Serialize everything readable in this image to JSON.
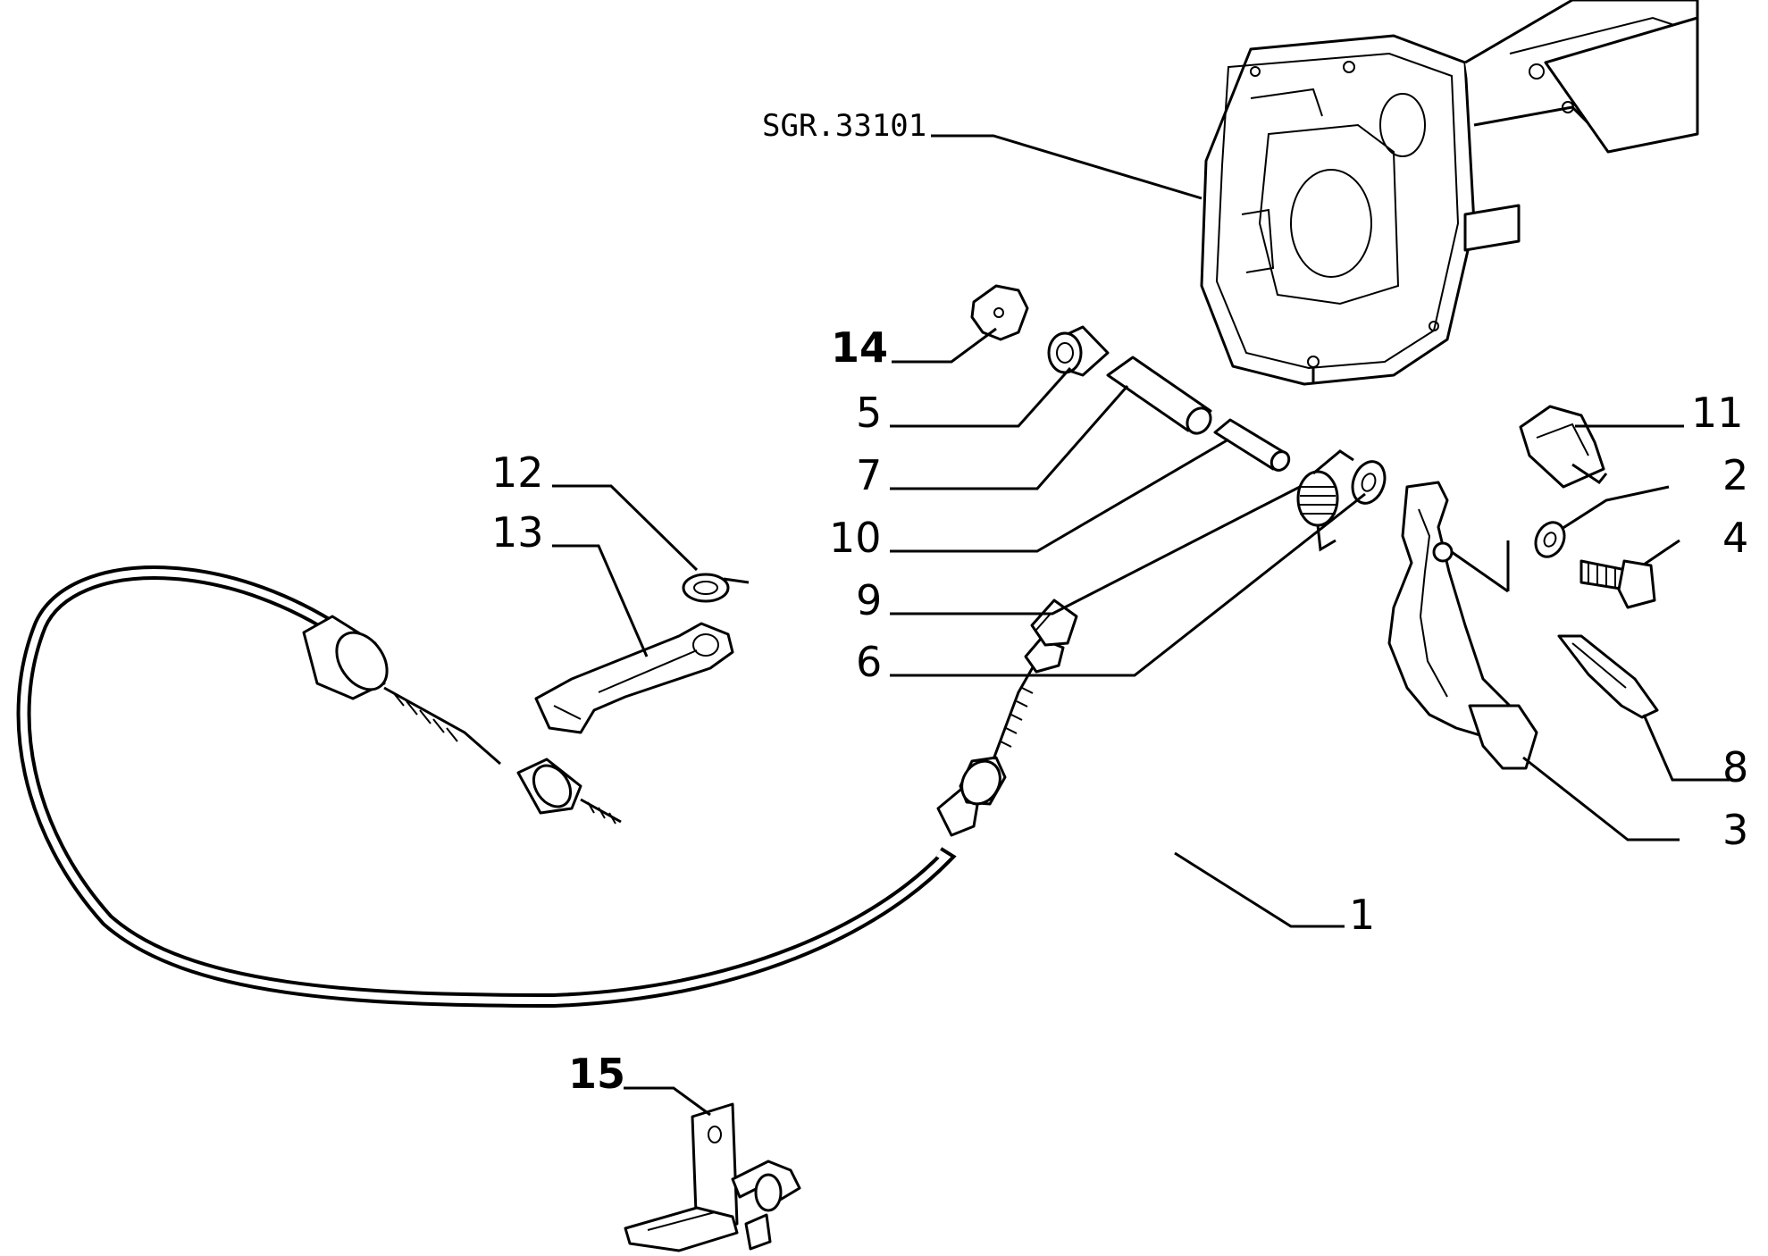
{
  "diagram": {
    "reference_code": "SGR.33101",
    "callouts": [
      {
        "id": "c1",
        "label": "1"
      },
      {
        "id": "c2",
        "label": "2"
      },
      {
        "id": "c3",
        "label": "3"
      },
      {
        "id": "c4",
        "label": "4"
      },
      {
        "id": "c5",
        "label": "5"
      },
      {
        "id": "c6",
        "label": "6"
      },
      {
        "id": "c7",
        "label": "7"
      },
      {
        "id": "c8",
        "label": "8"
      },
      {
        "id": "c9",
        "label": "9"
      },
      {
        "id": "c10",
        "label": "10"
      },
      {
        "id": "c11",
        "label": "11"
      },
      {
        "id": "c12",
        "label": "12"
      },
      {
        "id": "c13",
        "label": "13"
      },
      {
        "id": "c14",
        "label": "14"
      },
      {
        "id": "c15",
        "label": "15"
      }
    ]
  }
}
